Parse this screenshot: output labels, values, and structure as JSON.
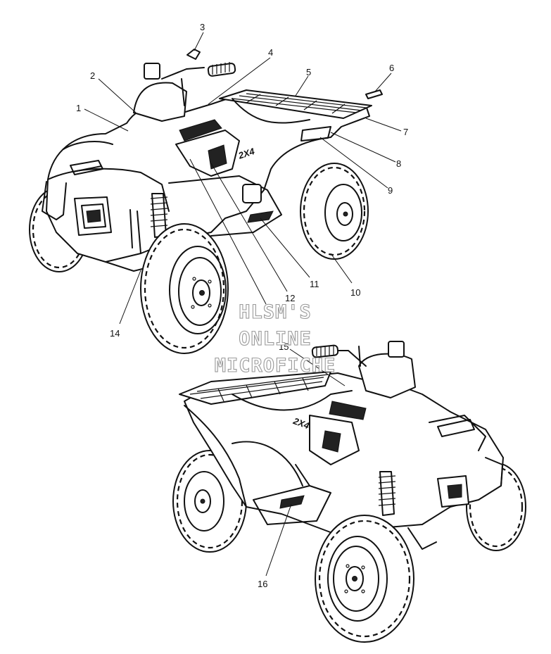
{
  "figure": {
    "callouts": [
      {
        "id": "c1",
        "label": "1"
      },
      {
        "id": "c2",
        "label": "2"
      },
      {
        "id": "c3",
        "label": "3"
      },
      {
        "id": "c4",
        "label": "4"
      },
      {
        "id": "c5",
        "label": "5"
      },
      {
        "id": "c6",
        "label": "6"
      },
      {
        "id": "c7",
        "label": "7"
      },
      {
        "id": "c8",
        "label": "8"
      },
      {
        "id": "c9",
        "label": "9"
      },
      {
        "id": "c10",
        "label": "10"
      },
      {
        "id": "c11",
        "label": "11"
      },
      {
        "id": "c12",
        "label": "12"
      },
      {
        "id": "c14",
        "label": "14"
      },
      {
        "id": "c15",
        "label": "15"
      },
      {
        "id": "c16",
        "label": "16"
      }
    ],
    "watermark": {
      "line1": "HLSM'S",
      "line2": "ONLINE",
      "line3": "MICROFICHE",
      "stroke_color": "#9a9a9a"
    },
    "decal_text": {
      "model_top": "2X4",
      "model_bottom": "2X4"
    }
  }
}
